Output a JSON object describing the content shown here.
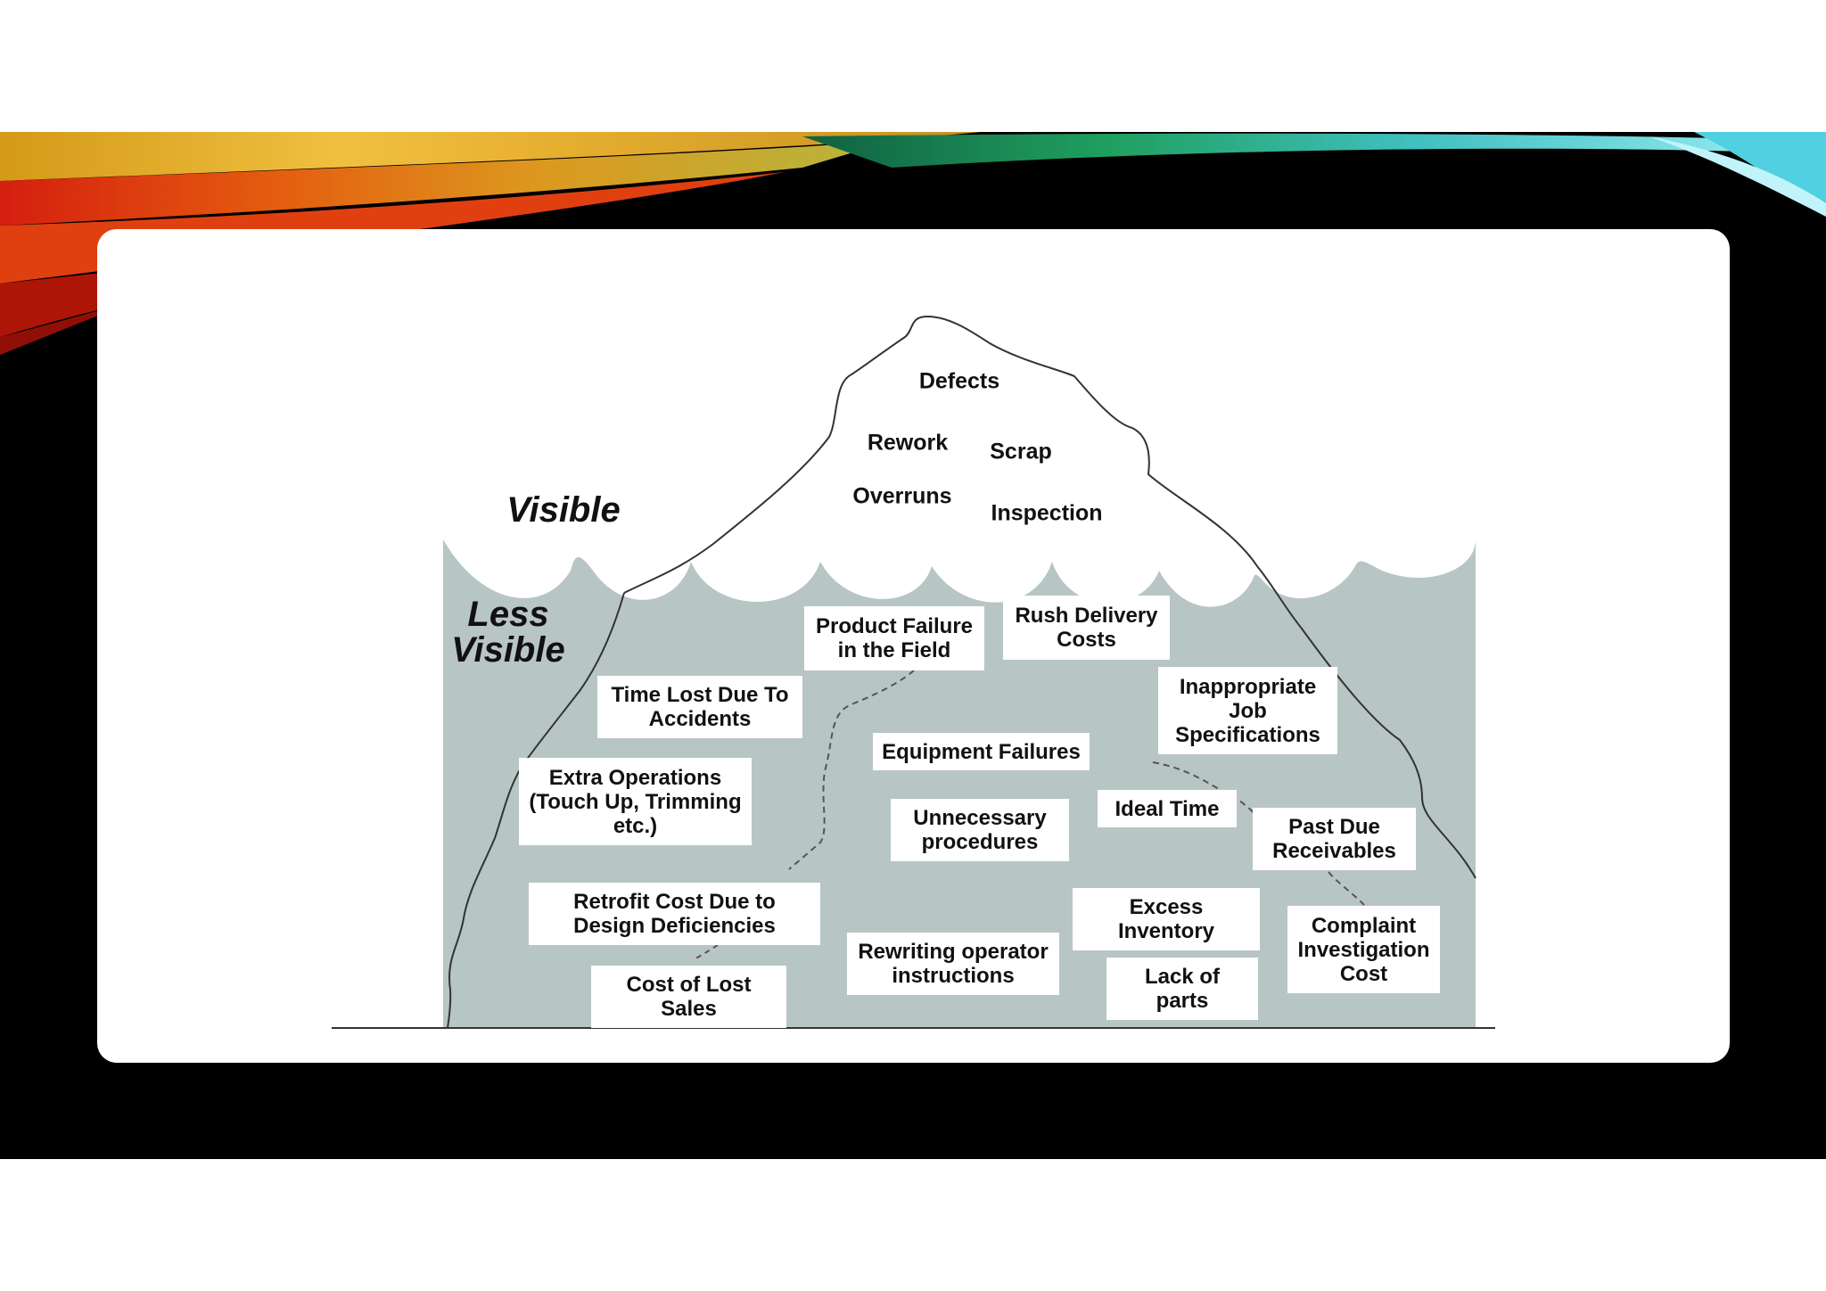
{
  "colors": {
    "water": "#b8c5c5",
    "background": "#000000",
    "card": "#ffffff",
    "banner_gold": "#e8a020",
    "banner_red": "#d42010",
    "banner_teal": "#30c0d0"
  },
  "zones": {
    "visible": "Visible",
    "less_visible": [
      "Less",
      "Visible"
    ]
  },
  "tip_labels": {
    "defects": "Defects",
    "rework": "Rework",
    "scrap": "Scrap",
    "overruns": "Overruns",
    "inspection": "Inspection"
  },
  "hidden_boxes": {
    "product_failure": [
      "Product Failure",
      "in the Field"
    ],
    "rush_delivery": [
      "Rush Delivery",
      "Costs"
    ],
    "time_lost": [
      "Time Lost Due To",
      "Accidents"
    ],
    "inappropriate_job": [
      "Inappropriate",
      "Job",
      "Specifications"
    ],
    "equipment_failures": [
      "Equipment Failures"
    ],
    "extra_operations": [
      "Extra Operations",
      "(Touch Up, Trimming",
      "etc.)"
    ],
    "ideal_time": [
      "Ideal Time"
    ],
    "unnecessary_procedures": [
      "Unnecessary",
      "procedures"
    ],
    "past_due": [
      "Past Due",
      "Receivables"
    ],
    "retrofit_cost": [
      "Retrofit Cost Due to",
      "Design Deficiencies"
    ],
    "excess_inventory": [
      "Excess",
      "Inventory"
    ],
    "complaint_investigation": [
      "Complaint",
      "Investigation",
      "Cost"
    ],
    "rewriting_instructions": [
      "Rewriting operator",
      "instructions"
    ],
    "lack_of_parts": [
      "Lack of",
      "parts"
    ],
    "cost_of_lost_sales": [
      "Cost of Lost",
      "Sales"
    ]
  }
}
